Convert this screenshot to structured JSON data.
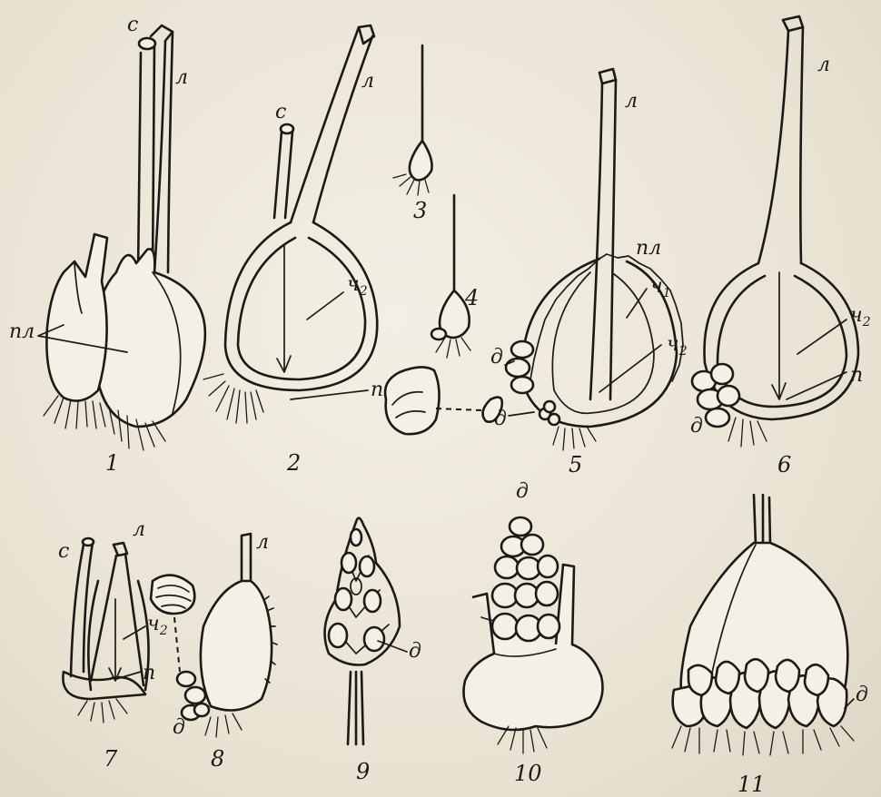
{
  "labels": {
    "c": "с",
    "l": "л",
    "pl": "пл",
    "ch1": "ч",
    "ch1_sub": "1",
    "ch2": "ч",
    "ch2_sub": "2",
    "p": "п",
    "d": "д"
  },
  "figure_numbers": [
    "1",
    "2",
    "3",
    "4",
    "5",
    "6",
    "7",
    "8",
    "9",
    "10",
    "11"
  ]
}
